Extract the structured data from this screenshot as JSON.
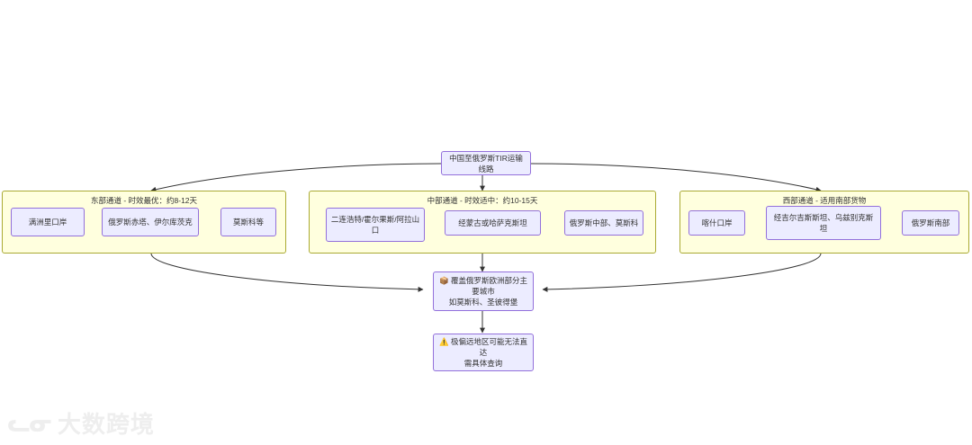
{
  "diagram": {
    "type": "flowchart",
    "root": {
      "id": "root",
      "label": "中国至俄罗斯TIR运输线路"
    },
    "groups": [
      {
        "id": "east",
        "title": "东部通道 - 时效最优：约8-12天",
        "nodes": [
          {
            "id": "east-1",
            "label": "满洲里口岸"
          },
          {
            "id": "east-2",
            "label": "俄罗斯赤塔、伊尔库茨克"
          },
          {
            "id": "east-3",
            "label": "莫斯科等"
          }
        ]
      },
      {
        "id": "center",
        "title": "中部通道 - 时效适中：约10-15天",
        "nodes": [
          {
            "id": "center-1",
            "label": "二连浩特/霍尔果斯/阿拉山口"
          },
          {
            "id": "center-2",
            "label": "经蒙古或哈萨克斯坦"
          },
          {
            "id": "center-3",
            "label": "俄罗斯中部、莫斯科"
          }
        ]
      },
      {
        "id": "west",
        "title": "西部通道 - 适用南部货物",
        "nodes": [
          {
            "id": "west-1",
            "label": "喀什口岸"
          },
          {
            "id": "west-2",
            "label": "经吉尔吉斯斯坦、乌兹别克斯坦"
          },
          {
            "id": "west-3",
            "label": "俄罗斯南部"
          }
        ]
      }
    ],
    "coverage": {
      "id": "coverage",
      "icon": "package-icon",
      "icon_glyph": "📦",
      "label": "📦 覆盖俄罗斯欧洲部分主要城市\n如莫斯科、圣彼得堡"
    },
    "warning": {
      "id": "warning",
      "icon": "warning-icon",
      "icon_glyph": "⚠️",
      "label": "⚠️ 极偏远地区可能无法直达\n需具体查询"
    },
    "colors": {
      "node_fill": "#ececff",
      "node_stroke": "#9370db",
      "group_fill": "#ffffde",
      "group_stroke": "#aaaa33",
      "edge_stroke": "#333333",
      "text": "#333333"
    }
  },
  "watermark": {
    "mark": "ᓚᓂ",
    "text": "大数跨境"
  }
}
